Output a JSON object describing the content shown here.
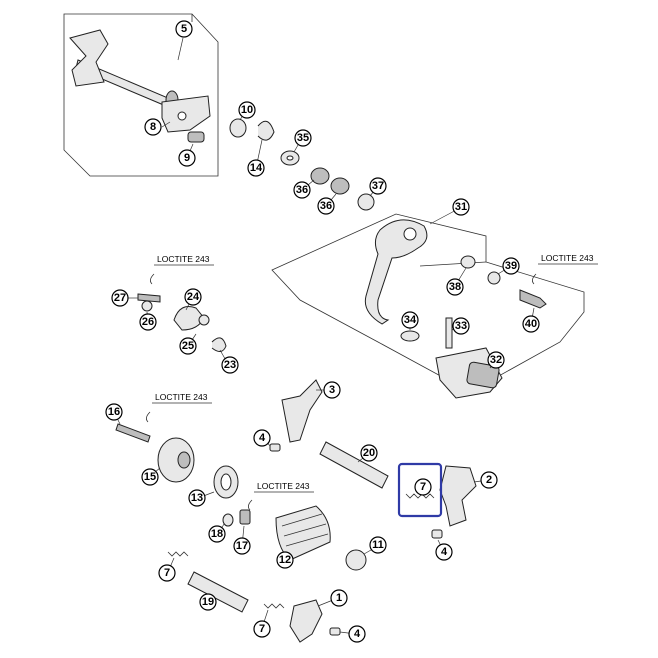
{
  "diagram": {
    "loctite_label": "LOCTITE 243",
    "callouts": {
      "c5": "5",
      "c8": "8",
      "c9": "9",
      "c10": "10",
      "c14": "14",
      "c35": "35",
      "c36a": "36",
      "c36b": "36",
      "c37": "37",
      "c31": "31",
      "c38": "38",
      "c39": "39",
      "c40": "40",
      "c33": "33",
      "c34": "34",
      "c32": "32",
      "c27": "27",
      "c24": "24",
      "c26": "26",
      "c25": "25",
      "c23": "23",
      "c3": "3",
      "c16": "16",
      "c4a": "4",
      "c20": "20",
      "c7a": "7",
      "c2": "2",
      "c15": "15",
      "c13": "13",
      "c18": "18",
      "c17": "17",
      "c12": "12",
      "c11": "11",
      "c4b": "4",
      "c7b": "7",
      "c19": "19",
      "c1": "1",
      "c7c": "7",
      "c4c": "4"
    },
    "highlight_color": "#2f3aa6"
  }
}
